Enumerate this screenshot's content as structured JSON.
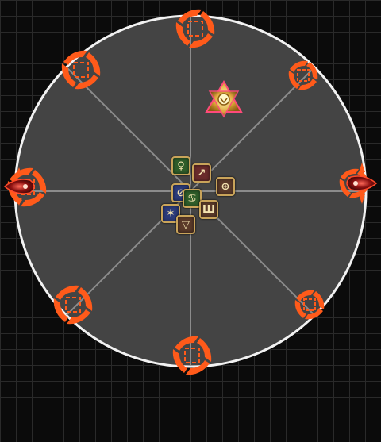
{
  "arena": {
    "floor_color": "#444444",
    "border_color": "#f2f2f2",
    "spoke_color": "#8c8c8c",
    "background_grid_color": "#2a2a2a"
  },
  "markers": {
    "waymark_color": "#ff5a1a",
    "waymarks": [
      "N",
      "NE",
      "E",
      "SE",
      "S",
      "SW",
      "W",
      "NW"
    ],
    "boss_icon": "gold-triangle-boss-icon",
    "boss_color": "#e0a93a",
    "side_enemies": [
      "west-red-enemy-icon",
      "east-red-enemy-icon"
    ]
  },
  "party": [
    {
      "name": "healer-icon",
      "glyph": "♀",
      "style": "healer"
    },
    {
      "name": "dps-bow-icon",
      "glyph": "↗",
      "style": "dps"
    },
    {
      "name": "dps-ring-icon",
      "glyph": "⊕",
      "style": "brown"
    },
    {
      "name": "tank-icon",
      "glyph": "⊘",
      "style": "tank"
    },
    {
      "name": "healer-2-icon",
      "glyph": "♋",
      "style": "healer"
    },
    {
      "name": "dps-claw-icon",
      "glyph": "Ш",
      "style": "brown"
    },
    {
      "name": "tank-2-icon",
      "glyph": "✶",
      "style": "tank"
    },
    {
      "name": "dps-shield-icon",
      "glyph": "▽",
      "style": "brown"
    }
  ]
}
